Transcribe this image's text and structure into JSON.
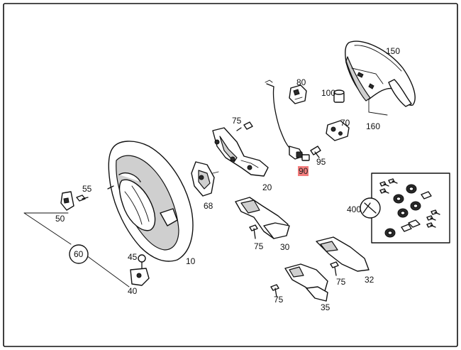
{
  "labels": {
    "p150": "150",
    "p80": "80",
    "p100": "100",
    "p75a": "75",
    "p70": "70",
    "p160": "160",
    "p95": "95",
    "p90": "90",
    "p55": "55",
    "p20": "20",
    "p68": "68",
    "p400": "400",
    "p50": "50",
    "p75b": "75",
    "p30": "30",
    "p60": "60",
    "p45": "45",
    "p10": "10",
    "p40": "40",
    "p75c": "75",
    "p32": "32",
    "p75d": "75",
    "p35": "35"
  },
  "highlight": {
    "part": "90",
    "color": "#f47c7c"
  }
}
